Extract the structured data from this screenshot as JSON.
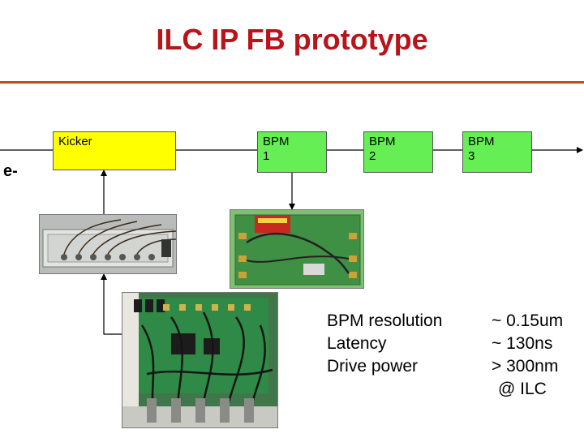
{
  "title": "ILC IP FB prototype",
  "particle_label": "e-",
  "boxes": {
    "kicker": "Kicker",
    "bpm1_line1": "BPM",
    "bpm1_line2": "1",
    "bpm2_line1": "BPM",
    "bpm2_line2": "2",
    "bpm3_line1": "BPM",
    "bpm3_line2": "3"
  },
  "specs": {
    "labels": [
      "BPM resolution",
      "Latency",
      "Drive power"
    ],
    "values": [
      "~ 0.15um",
      "~ 130ns",
      "> 300nm",
      "@ ILC"
    ]
  },
  "colors": {
    "title": "#b8141a",
    "rule": "#c8461b",
    "kicker_fill": "#ffff00",
    "bpm_fill": "#66ee55"
  }
}
